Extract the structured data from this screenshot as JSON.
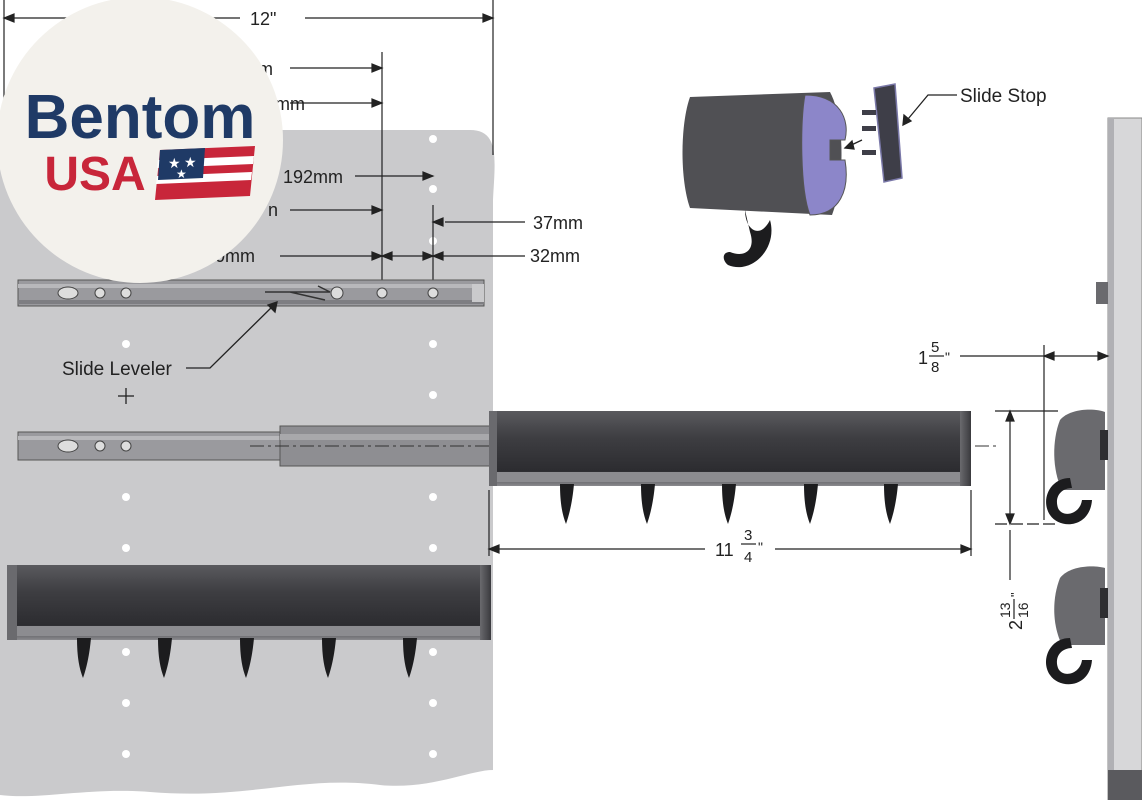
{
  "logo": {
    "brand": "Bentom",
    "country": "USA",
    "colors": {
      "navy": "#1f3a66",
      "red": "#c8263a",
      "badge_bg": "#f3f1ec"
    }
  },
  "dimensions": {
    "overall_width": "12\"",
    "mm_partial_1": "m",
    "mm_partial_2": "mm",
    "mm_192": "192mm",
    "mm_partial_3": "n",
    "mm_37": "37mm",
    "mm_partial_4": "0mm",
    "mm_32": "32mm",
    "rail_length": {
      "whole": "11",
      "num": "3",
      "den": "4",
      "unit": "\""
    },
    "hook_offset": {
      "whole": "1",
      "num": "5",
      "den": "8",
      "unit": "\""
    },
    "hook_spacing": {
      "whole": "2",
      "num": "13",
      "den": "16",
      "unit": "\""
    }
  },
  "callouts": {
    "slide_leveler": "Slide Leveler",
    "slide_stop": "Slide Stop"
  },
  "colors": {
    "cabinet_panel": "#cacacc",
    "rail": "#4a4a4e",
    "rail_dark": "#2e2e31",
    "hook": "#1c1c1e",
    "stop_purple": "#8c86c9",
    "side_panel": "#d7d7d9"
  }
}
